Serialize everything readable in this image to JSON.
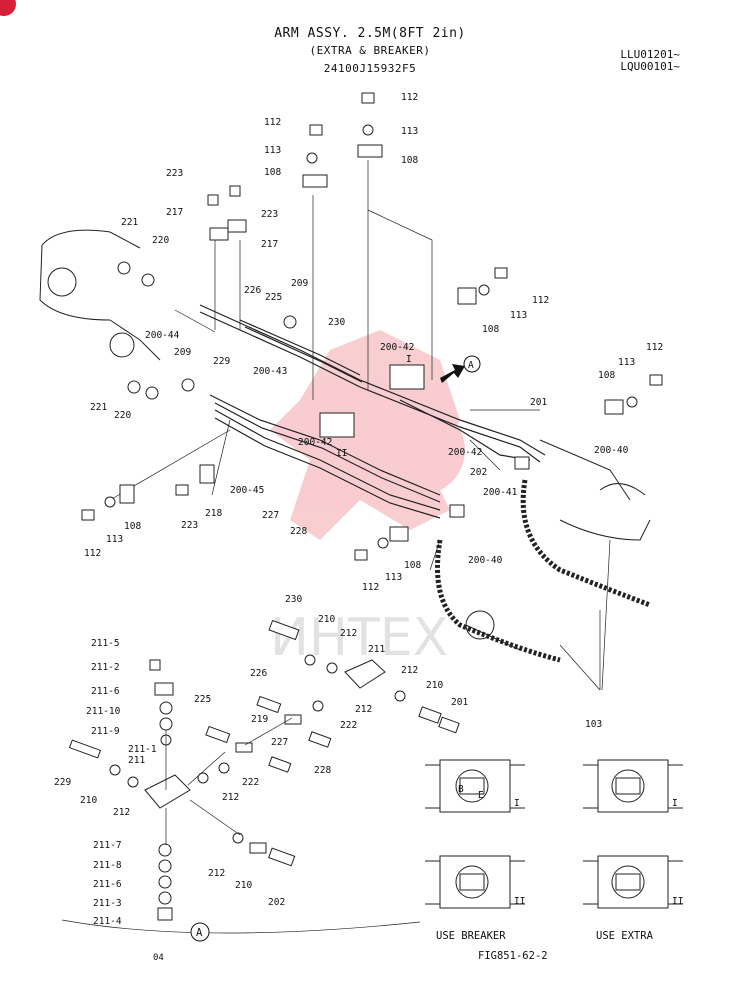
{
  "header": {
    "title": "ARM ASSY. 2.5M(8FT 2in)",
    "subtitle": "(EXTRA & BREAKER)",
    "part_code": "24100J15932F5",
    "serial_1": "LLU01201~",
    "serial_2": "LQU00101~"
  },
  "labels": {
    "p112a": "112",
    "p113a": "113",
    "p108a": "108",
    "p112b": "112",
    "p113b": "113",
    "p108b": "108",
    "p223a": "223",
    "p223b": "223",
    "p217a": "217",
    "p217b": "217",
    "p221a": "221",
    "p220a": "220",
    "p226": "226",
    "p225": "225",
    "p209a": "209",
    "p200_44": "200-44",
    "p230": "230",
    "p200_42a": "200-42",
    "p112c": "112",
    "p113c": "113",
    "p108c": "108",
    "p112d": "112",
    "p113d": "113",
    "p108d": "108",
    "p209b": "209",
    "p229": "229",
    "p200_43": "200-43",
    "p221b": "221",
    "p220b": "220",
    "p201": "201",
    "p200_42b": "200-42",
    "p200_42c": "200-42",
    "p200_40a": "200-40",
    "p202": "202",
    "p200_41": "200-41",
    "p200_45": "200-45",
    "p218": "218",
    "p223c": "223",
    "p227": "227",
    "p228": "228",
    "p108e": "108",
    "p113e": "113",
    "p112e": "112",
    "p108f": "108",
    "p113f": "113",
    "p112f": "112",
    "p200_40b": "200-40",
    "p103": "103",
    "roman_1": "I",
    "roman_2": "II",
    "d230": "230",
    "d210a": "210",
    "d212a": "212",
    "d211": "211",
    "d211_5": "211-5",
    "d211_2": "211-2",
    "d211_6": "211-6",
    "d211_10": "211-10",
    "d211_9": "211-9",
    "d211_1": "211-1",
    "d211b": "211",
    "d226": "226",
    "d225": "225",
    "d219": "219",
    "d227": "227",
    "d228": "228",
    "d222a": "222",
    "d222b": "222",
    "d212b": "212",
    "d212c": "212",
    "d210b": "210",
    "d201": "201",
    "d229": "229",
    "d210c": "210",
    "d212d": "212",
    "d212e": "212",
    "d211_7": "211-7",
    "d211_8": "211-8",
    "d211_6b": "211-6",
    "d211_3": "211-3",
    "d211_4": "211-4",
    "d212f": "212",
    "d210d": "210",
    "d202": "202",
    "callout_a": "A",
    "callout_a2": "A",
    "valve_b": "B",
    "valve_e": "E",
    "r1": "I",
    "r2": "I",
    "r3": "II",
    "r4": "II"
  },
  "insets": {
    "use_breaker": "USE BREAKER",
    "use_extra": "USE EXTRA"
  },
  "watermark": "ИНТЕХ",
  "footer": {
    "page": "04",
    "figure": "FIG851-62-2"
  }
}
